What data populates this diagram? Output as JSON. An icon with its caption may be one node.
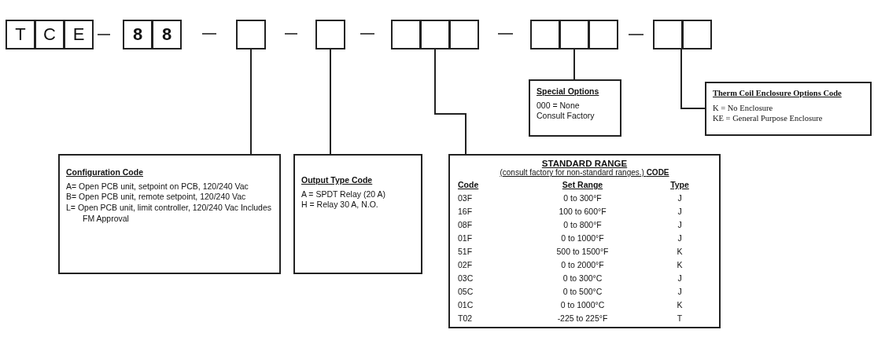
{
  "diagram": {
    "nodes": [
      {
        "text": [
          "T"
        ]
      },
      {
        "text": [
          "C"
        ]
      },
      {
        "text": [
          "E"
        ]
      },
      {
        "text": [
          "8"
        ]
      },
      {
        "text": [
          "8"
        ]
      },
      {
        "text": [],
        "shape": "box"
      },
      {
        "text": [],
        "shape": "box"
      },
      {
        "text": [],
        "shape": "box"
      },
      {
        "text": [],
        "shape": "box"
      },
      {
        "text": [],
        "shape": "box"
      },
      {
        "text": [],
        "shape": "box"
      },
      {
        "text": [],
        "shape": "box"
      },
      {
        "text": [],
        "shape": "box"
      },
      {
        "text": [],
        "shape": "box"
      },
      {
        "text": [],
        "shape": "box"
      },
      {
        "text": [
          "Special Options",
          "000 = None",
          "Consult Factory"
        ]
      },
      {
        "text": [
          "Therm Coil Enclosure Options Code",
          "K = No Enclosure",
          "KE = General Purpose Enclosure"
        ]
      },
      {
        "text": [
          "Configuration Code",
          "A= Open PCB unit, setpoint on PCB, 120/240 Vac",
          "B= Open PCB unit, remote setpoint, 120/240 Vac",
          "L= Open PCB unit, limit controller, 120/240 Vac Includes FM Approval"
        ]
      },
      {
        "text": [
          "Output Type Code",
          "A = SPDT Relay (20 A)",
          "H = Relay 30 A, N.O."
        ]
      },
      {
        "text": [
          "STANDARD RANGE",
          "(consult factory for non-standard ranges.) **CODE**",
          "Code",
          "Set Range",
          "Type",
          "03F",
          "0 to 300°F",
          "J",
          "16F",
          "100 to 600°F",
          "J",
          "08F",
          "0 to 800°F",
          "J",
          "01F",
          "0 to 1000°F",
          "J",
          "51F",
          "500 to 1500°F",
          "K",
          "02F",
          "0 to 2000°F",
          "K",
          "03C",
          "0 to 300°C",
          "J",
          "05C",
          "0 to 500°C",
          "J",
          "01C",
          "0 to 1000°C",
          "K",
          "T02",
          "-225 to 225°F",
          "T"
        ]
      }
    ],
    "edges": [
      {
        "from": 5,
        "to": 17,
        "arrow": "none"
      },
      {
        "from": 6,
        "to": 18,
        "arrow": "none"
      },
      {
        "from": 8,
        "to": 19,
        "arrow": "none"
      },
      {
        "from": 11,
        "to": 15,
        "arrow": "none"
      },
      {
        "from": 13,
        "to": 16,
        "arrow": "none"
      }
    ]
  }
}
